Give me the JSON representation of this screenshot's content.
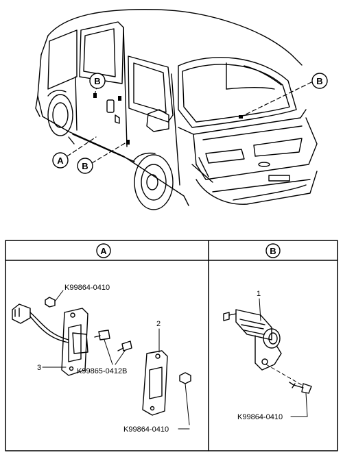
{
  "callouts": {
    "a": "A",
    "b": "B"
  },
  "panel_headers": {
    "a": "A",
    "b": "B"
  },
  "panel_a": {
    "part_top": "K99864-0410",
    "part_mid": "K99865-0412B",
    "part_bottom": "K99864-0410",
    "index_3": "3",
    "index_2": "2"
  },
  "panel_b": {
    "index_1": "1",
    "part_bottom": "K99864-0410"
  }
}
